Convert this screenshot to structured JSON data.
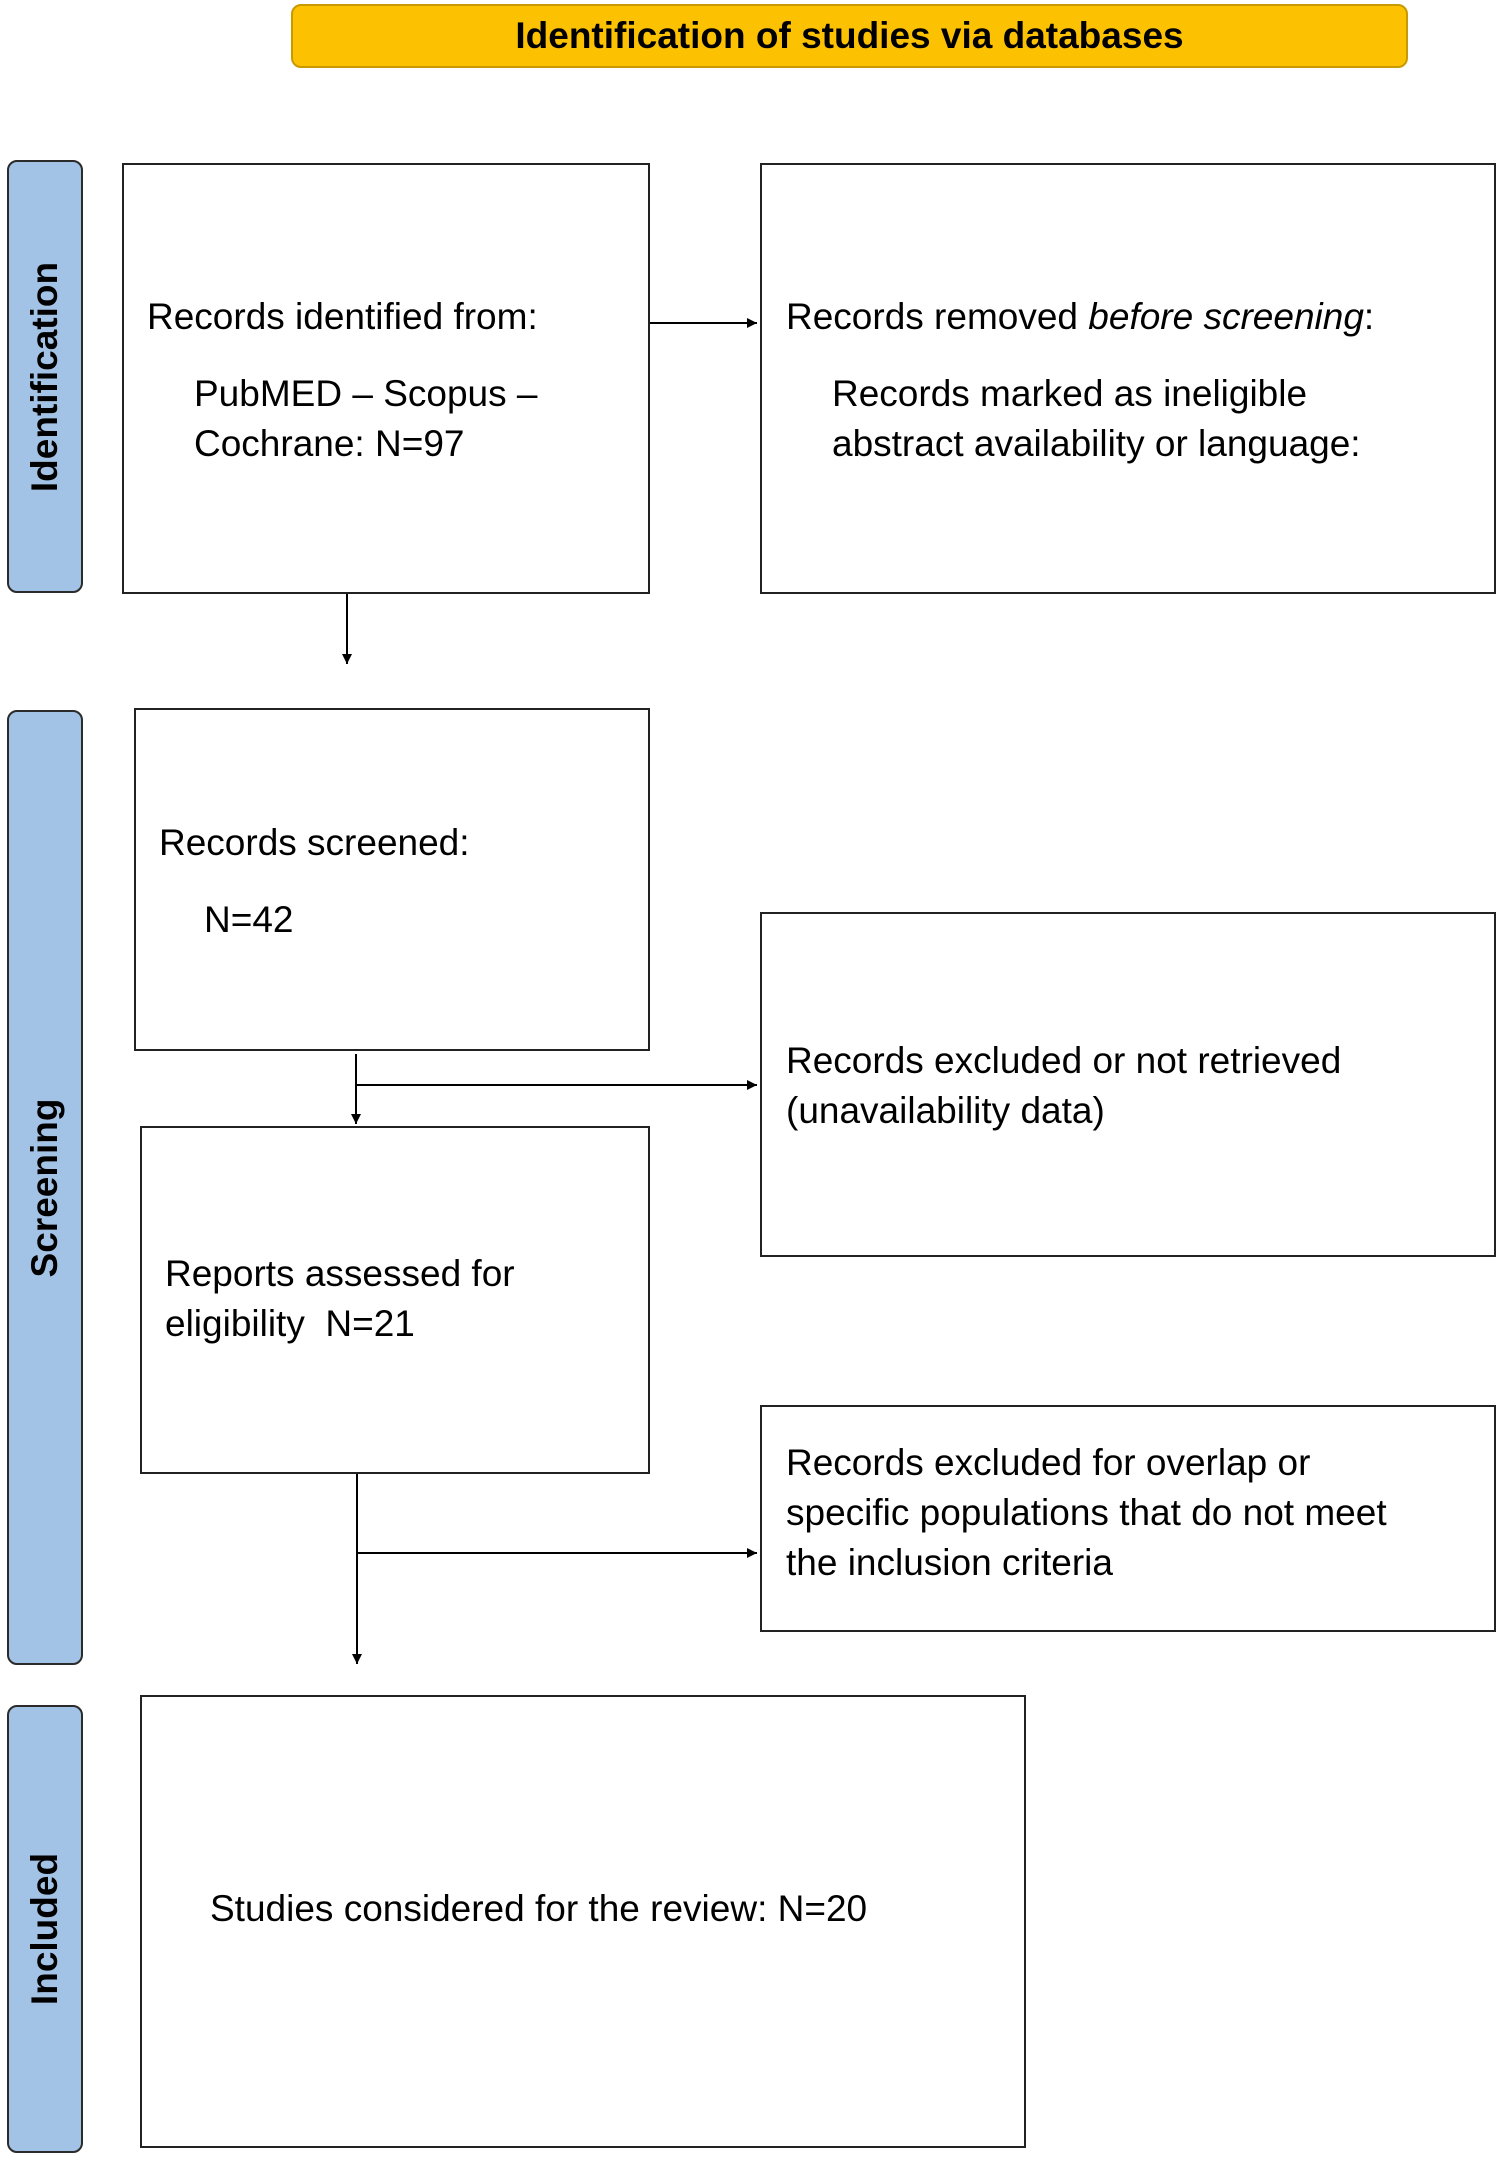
{
  "header": {
    "title": "Identification of studies via databases"
  },
  "stages": {
    "identification": "Identification",
    "screening": "Screening",
    "included": "Included"
  },
  "identified": {
    "label": "Records identified from:",
    "line1": "PubMED – Scopus –",
    "line2": "Cochrane: N=97"
  },
  "removed": {
    "label_prefix": "Records removed ",
    "label_italic": "before screening",
    "label_suffix": ":",
    "line1": "Records marked as ineligible",
    "line2": "abstract availability or language:"
  },
  "screened": {
    "label": "Records screened:",
    "count": "N=42"
  },
  "excluded_retrieved": {
    "line1": "Records excluded or not retrieved",
    "line2": "(unavailability data)"
  },
  "assessed": {
    "line1": "Reports assessed for",
    "line2": "eligibility  N=21"
  },
  "excluded_overlap": {
    "line1": "Records excluded for overlap or",
    "line2": "specific populations that do not meet",
    "line3": "the inclusion criteria"
  },
  "included": {
    "label": "Studies considered for the review: N=20"
  },
  "colors": {
    "header": "#fcc100",
    "stage": "#a3c3e6"
  }
}
